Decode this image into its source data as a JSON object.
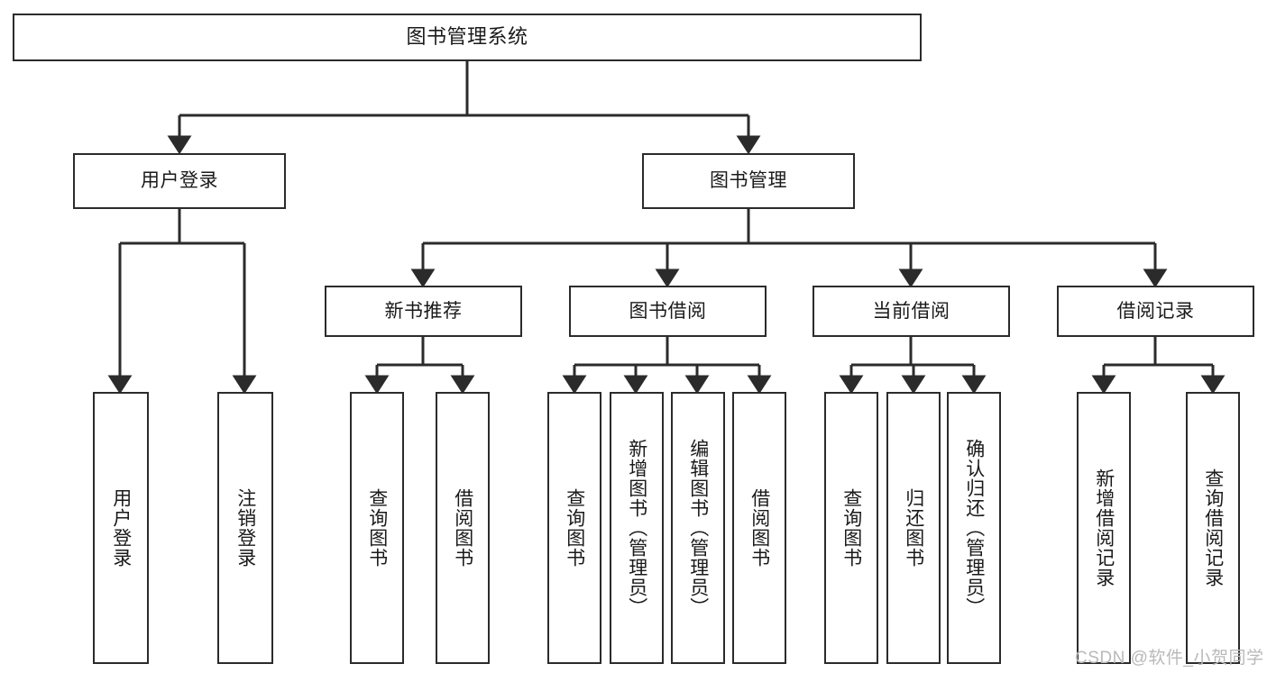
{
  "diagram": {
    "title_text": "图书管理系统",
    "edge_color": "#2b2b2b",
    "box_border_color": "#2b2b2b",
    "text_color": "#1a1a1a",
    "watermark": "CSDN @软件_小贺同学"
  },
  "root": {
    "label": "图书管理系统"
  },
  "level2": [
    {
      "label": "用户登录"
    },
    {
      "label": "图书管理"
    }
  ],
  "level3": [
    {
      "label": "新书推荐"
    },
    {
      "label": "图书借阅"
    },
    {
      "label": "当前借阅"
    },
    {
      "label": "借阅记录"
    }
  ],
  "leaves": {
    "user_login": [
      {
        "label": "用户登录"
      },
      {
        "label": "注销登录"
      }
    ],
    "new_book": [
      {
        "label": "查询图书"
      },
      {
        "label": "借阅图书"
      }
    ],
    "book_borrow": [
      {
        "label": "查询图书"
      },
      {
        "label": "新增图书（管理员）"
      },
      {
        "label": "编辑图书（管理员）"
      },
      {
        "label": "借阅图书"
      }
    ],
    "current_borrow": [
      {
        "label": "查询图书"
      },
      {
        "label": "归还图书"
      },
      {
        "label": "确认归还（管理员）"
      }
    ],
    "borrow_record": [
      {
        "label": "新增借阅记录"
      },
      {
        "label": "查询借阅记录"
      }
    ]
  }
}
